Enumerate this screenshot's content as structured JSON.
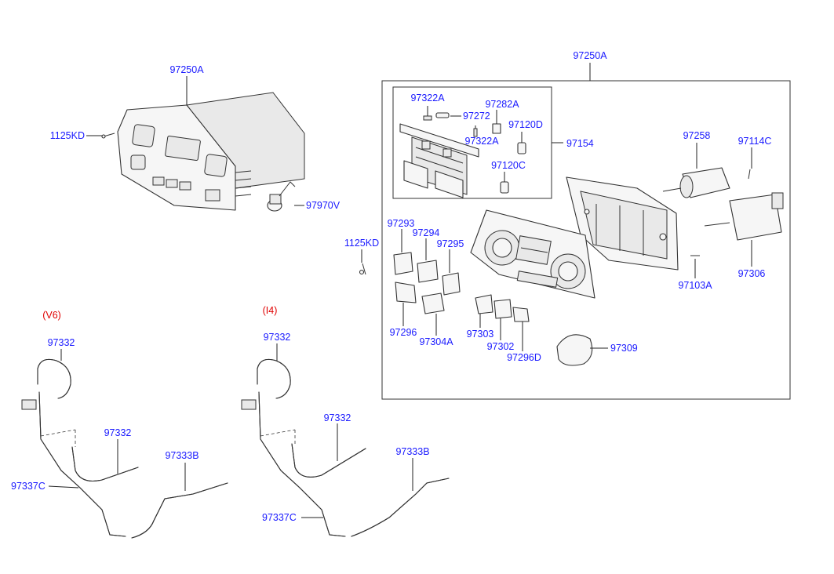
{
  "labels": {
    "p97250A_top": "97250A",
    "p97250A_left": "97250A",
    "p1125KD_a": "1125KD",
    "p97970V": "97970V",
    "p1125KD_b": "1125KD",
    "p97322A_a": "97322A",
    "p97282A": "97282A",
    "p97272": "97272",
    "p97120D": "97120D",
    "p97322A_b": "97322A",
    "p97154": "97154",
    "p97120C": "97120C",
    "p97258": "97258",
    "p97114C": "97114C",
    "p97293": "97293",
    "p97294": "97294",
    "p97295": "97295",
    "p97103A": "97103A",
    "p97306": "97306",
    "p97296": "97296",
    "p97304A": "97304A",
    "p97303": "97303",
    "p97302": "97302",
    "p97296D": "97296D",
    "p97309": "97309",
    "v6_97332_a": "97332",
    "v6_97332_b": "97332",
    "v6_97333B": "97333B",
    "v6_97337C": "97337C",
    "i4_97332_a": "97332",
    "i4_97332_b": "97332",
    "i4_97333B": "97333B",
    "i4_97337C": "97337C"
  },
  "variants": {
    "v6": "(V6)",
    "i4": "(I4)"
  },
  "colors": {
    "label": "#1a1aff",
    "variant": "#e00000",
    "line": "#222222"
  }
}
